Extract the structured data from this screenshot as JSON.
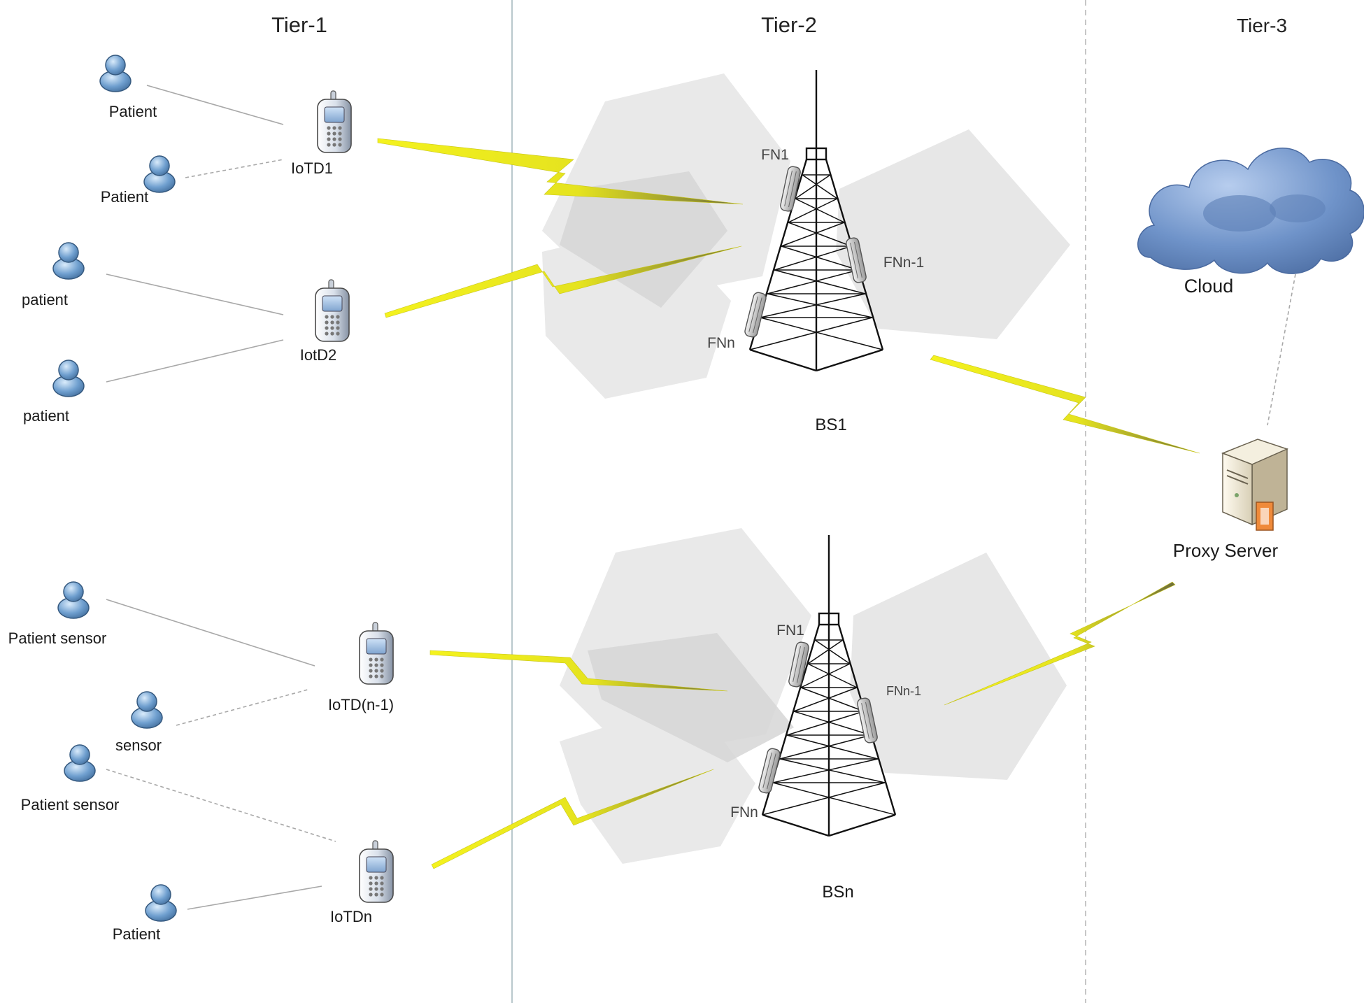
{
  "tiers": {
    "tier1": "Tier-1",
    "tier2": "Tier-2",
    "tier3": "Tier-3"
  },
  "patients": {
    "p1": "Patient",
    "p2": "Patient",
    "p3": "patient",
    "p4": "patient",
    "p5": "Patient sensor",
    "p6": "sensor",
    "p7": "Patient sensor",
    "p8": "Patient"
  },
  "devices": {
    "d1": "IoTD1",
    "d2": "IotD2",
    "d3": "IoTD(n-1)",
    "d4": "IoTDn"
  },
  "stations": {
    "bs1": {
      "label": "BS1",
      "fn1": "FN1",
      "fnn1": "FNn-1",
      "fnn": "FNn"
    },
    "bsn": {
      "label": "BSn",
      "fn1": "FN1",
      "fnn1": "FNn-1",
      "fnn": "FNn"
    }
  },
  "cloud": {
    "label": "Cloud"
  },
  "proxy": {
    "label": "Proxy Server"
  },
  "colors": {
    "bolt": "#f2ef1f",
    "bolt_tail": "#8f8f3a",
    "person": "#6f9fcf",
    "hexagon": "#e6e6e6",
    "cloud": "#6f93c9",
    "divider": "#b9c8cc"
  }
}
